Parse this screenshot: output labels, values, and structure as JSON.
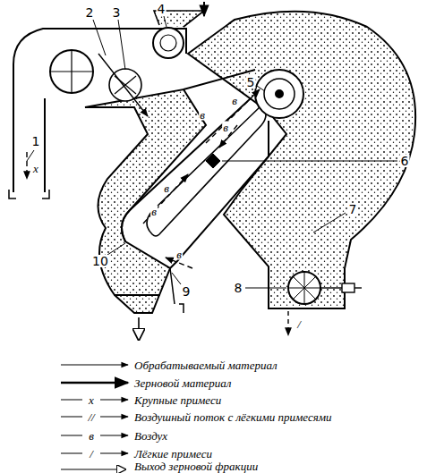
{
  "diagram": {
    "labels": [
      "1",
      "2",
      "3",
      "4",
      "5",
      "6",
      "7",
      "8",
      "9",
      "10",
      "х",
      "в",
      "в",
      "в",
      "в",
      "в",
      "в",
      "/",
      "х",
      "//",
      "в",
      "/"
    ],
    "legend": [
      {
        "text": "Обрабатываемый материал"
      },
      {
        "text": "Зерновой материал"
      },
      {
        "text": "Крупные примеси"
      },
      {
        "text": "Воздушный поток с лёгкими примесями"
      },
      {
        "text": "Воздух"
      },
      {
        "text": "Лёгкие примеси"
      },
      {
        "text": "Выход зерновой фракции"
      }
    ]
  }
}
